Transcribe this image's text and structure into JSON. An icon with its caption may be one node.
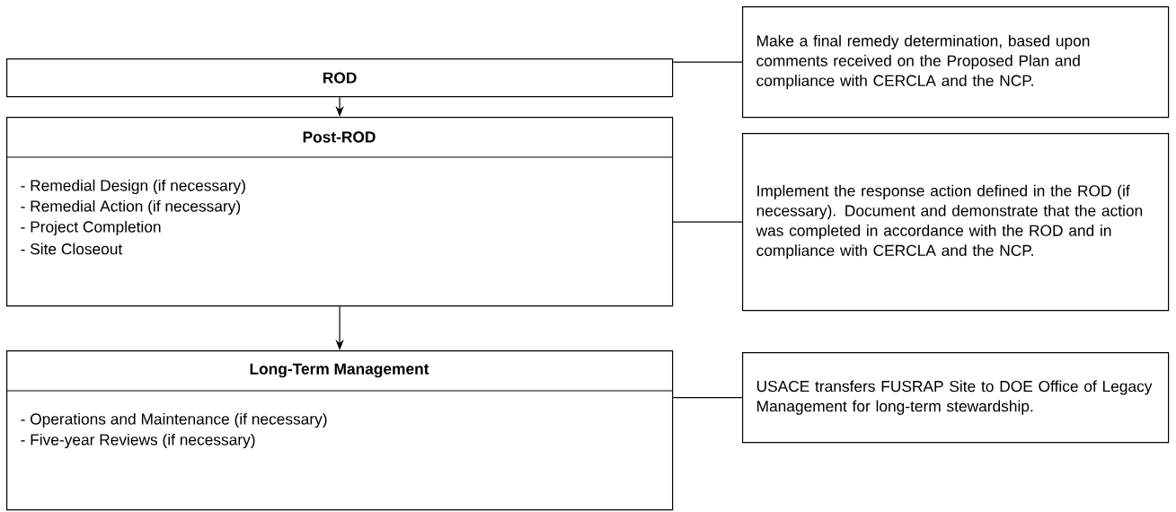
{
  "diagram": {
    "nodes": [
      {
        "text": [
          "ROD"
        ]
      },
      {
        "text": [
          "Post-ROD",
          "- Remedial Design (if necessary)",
          "- Remedial Action (if necessary)",
          "- Project Completion",
          "- Site Closeout"
        ]
      },
      {
        "text": [
          "Long-Term Management",
          "- Operations and Maintenance (if necessary)",
          "- Five-year Reviews (if necessary)"
        ]
      },
      {
        "text": [
          "Make a final remedy determination, based upon comments received on the Proposed Plan and compliance with CERCLA and the NCP."
        ]
      },
      {
        "text": [
          "Implement the response action defined in the ROD (if necessary). Document and demonstrate that the action was completed in accordance with the ROD and in compliance with CERCLA and the NCP."
        ]
      },
      {
        "text": [
          "USACE transfers FUSRAP Site to DOE Office of Legacy Management for long-term stewardship."
        ]
      }
    ],
    "edges": [
      {
        "from": 0,
        "to": 1,
        "arrow": "to"
      },
      {
        "from": 1,
        "to": 2,
        "arrow": "to"
      },
      {
        "from": 0,
        "to": 3,
        "arrow": "none"
      },
      {
        "from": 1,
        "to": 4,
        "arrow": "none"
      },
      {
        "from": 2,
        "to": 5,
        "arrow": "none"
      }
    ]
  }
}
